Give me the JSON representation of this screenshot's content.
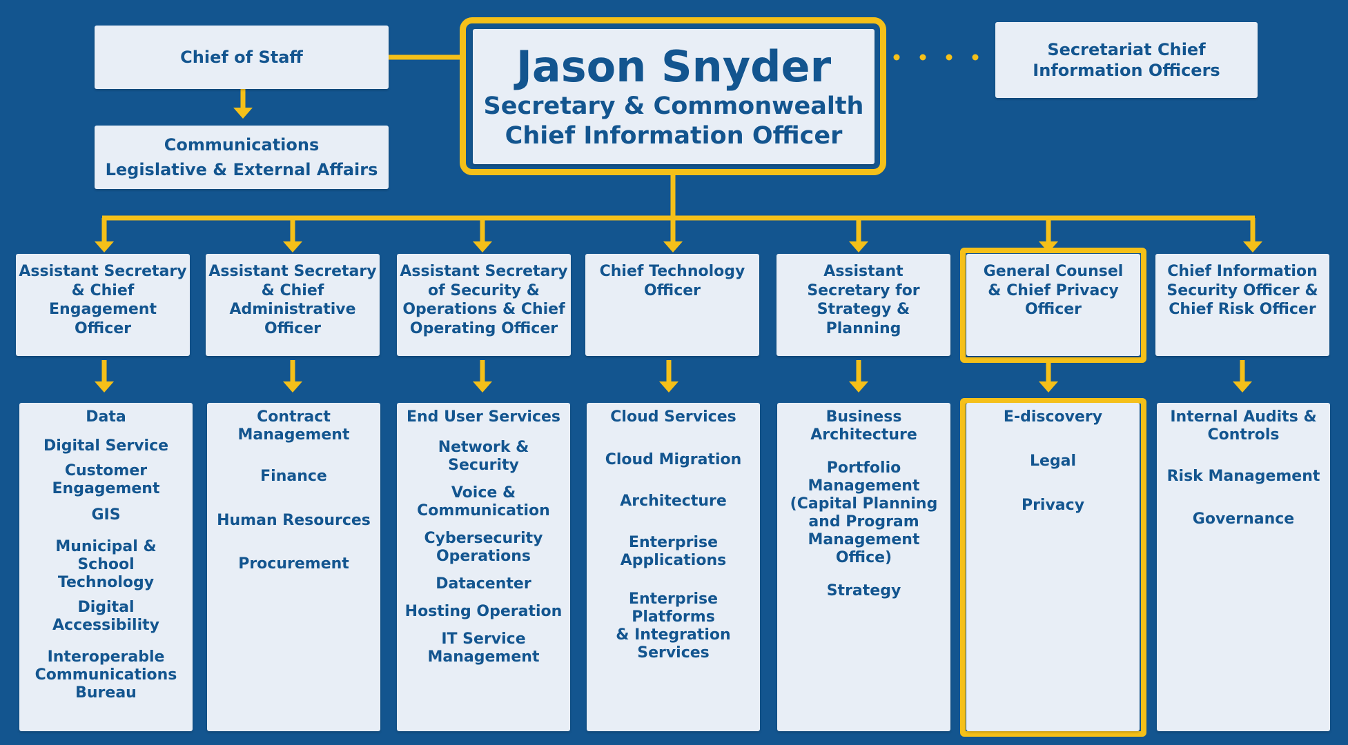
{
  "chief_of_staff": "Chief of Staff",
  "communications": {
    "line1": "Communications",
    "line2": "Legislative & External Affairs"
  },
  "secretariat": {
    "line1": "Secretariat Chief",
    "line2": "Information Officers"
  },
  "head": {
    "name": "Jason Snyder",
    "title_line1": "Secretary & Commonwealth",
    "title_line2": "Chief Information Officer"
  },
  "colors": {
    "background": "#13558f",
    "accent": "#f5c019",
    "box": "#e8eef6",
    "text": "#13558f"
  },
  "columns": [
    {
      "title": [
        "Assistant Secretary",
        "& Chief",
        "Engagement",
        "Officer"
      ],
      "items": [
        [
          "Data"
        ],
        [
          "Digital Service"
        ],
        [
          "Customer",
          "Engagement"
        ],
        [
          "GIS"
        ],
        [
          "Municipal & School",
          "Technology"
        ],
        [
          "Digital Accessibility"
        ],
        [
          "Interoperable",
          "Communications",
          "Bureau"
        ]
      ]
    },
    {
      "title": [
        "Assistant Secretary",
        "& Chief",
        "Administrative",
        "Officer"
      ],
      "items": [
        [
          "Contract",
          "Management"
        ],
        [
          "Finance"
        ],
        [
          "Human Resources"
        ],
        [
          "Procurement"
        ]
      ]
    },
    {
      "title": [
        "Assistant Secretary",
        "of Security &",
        "Operations & Chief",
        "Operating Officer"
      ],
      "items": [
        [
          "End User Services"
        ],
        [
          "Network & Security"
        ],
        [
          "Voice &",
          "Communication"
        ],
        [
          "Cybersecurity",
          "Operations"
        ],
        [
          "Datacenter"
        ],
        [
          "Hosting Operation"
        ],
        [
          "IT Service",
          "Management"
        ]
      ]
    },
    {
      "title": [
        "Chief Technology",
        "Officer"
      ],
      "items": [
        [
          "Cloud Services"
        ],
        [
          "Cloud Migration"
        ],
        [
          "Architecture"
        ],
        [
          "Enterprise",
          "Applications"
        ],
        [
          "Enterprise Platforms",
          "& Integration",
          "Services"
        ]
      ]
    },
    {
      "title": [
        "Assistant",
        "Secretary for",
        "Strategy &",
        "Planning"
      ],
      "items": [
        [
          "Business",
          "Architecture"
        ],
        [
          "Portfolio",
          "Management",
          "(Capital Planning",
          "and Program",
          "Management",
          "Office)"
        ],
        [
          "Strategy"
        ]
      ]
    },
    {
      "title": [
        "General Counsel",
        "& Chief Privacy",
        "Officer"
      ],
      "items": [
        [
          "E-discovery"
        ],
        [
          "Legal"
        ],
        [
          "Privacy"
        ]
      ]
    },
    {
      "title": [
        "Chief Information",
        "Security Officer &",
        "Chief Risk Officer"
      ],
      "items": [
        [
          "Internal Audits &",
          "Controls"
        ],
        [
          "Risk Management"
        ],
        [
          "Governance"
        ]
      ]
    }
  ]
}
